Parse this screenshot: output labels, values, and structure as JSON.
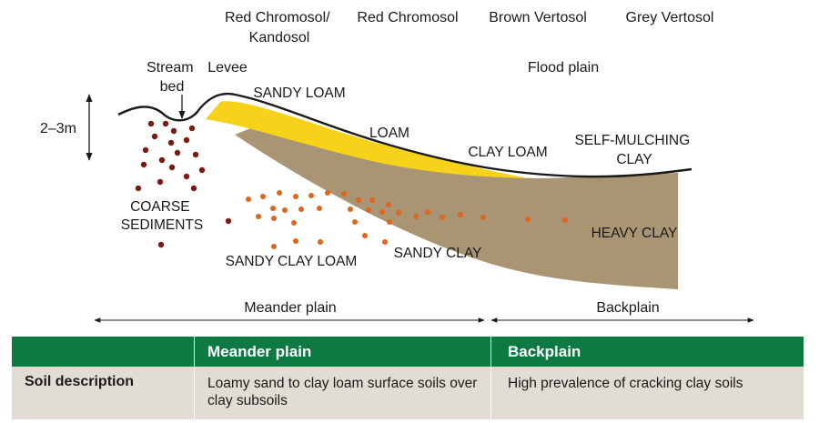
{
  "soil_types": {
    "red_chromosol_kandosol": [
      "Red Chromosol/",
      "Kandosol"
    ],
    "red_chromosol": "Red Chromosol",
    "brown_vertosol": "Brown Vertosol",
    "grey_vertosol": "Grey Vertosol"
  },
  "landforms": {
    "stream_bed": [
      "Stream",
      "bed"
    ],
    "levee": "Levee",
    "flood_plain": "Flood plain"
  },
  "depth_scale": "2–3m",
  "layers": {
    "sandy_loam": "SANDY LOAM",
    "loam": "LOAM",
    "clay_loam": "CLAY LOAM",
    "self_mulching_clay": [
      "SELF-MULCHING",
      "CLAY"
    ],
    "coarse_sediments": [
      "COARSE",
      "SEDIMENTS"
    ],
    "heavy_clay": "HEAVY CLAY",
    "sandy_clay": "SANDY CLAY",
    "sandy_clay_loam": "SANDY CLAY LOAM"
  },
  "zones": {
    "meander_plain": "Meander plain",
    "backplain": "Backplain"
  },
  "colors": {
    "sandy_loam_yellow": "#f7d21a",
    "heavy_clay_tan": "#a99473",
    "coarse_dots": "#7a1a12",
    "orange_dots": "#e0661e",
    "table_green": "#0e7a43",
    "table_row_bg": "#e2ddd4"
  },
  "table": {
    "header": {
      "col1": "",
      "col2": "Meander plain",
      "col3": "Backplain"
    },
    "row": {
      "label": "Soil description",
      "meander": "Loamy sand to clay loam surface soils over clay subsoils",
      "backplain": "High prevalence of cracking clay soils"
    }
  }
}
